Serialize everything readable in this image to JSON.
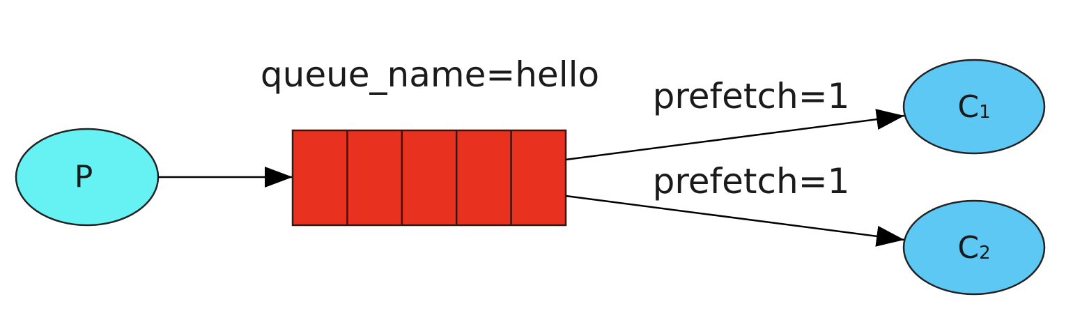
{
  "diagram": {
    "queue": {
      "label": "queue_name=hello",
      "slots": 5,
      "fill": "#e8321f"
    },
    "producer": {
      "label": "P",
      "fill": "#66f2f2"
    },
    "consumers": [
      {
        "base": "C",
        "subscript": "1",
        "fill": "#5ec8f5"
      },
      {
        "base": "C",
        "subscript": "2",
        "fill": "#5ec8f5"
      }
    ],
    "edges": [
      {
        "label": "prefetch=1"
      },
      {
        "label": "prefetch=1"
      }
    ]
  }
}
